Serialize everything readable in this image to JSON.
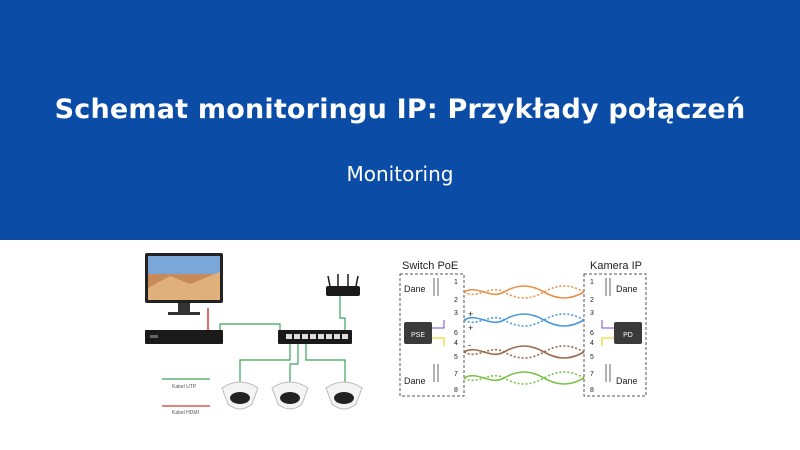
{
  "header": {
    "title": "Schemat monitoringu IP: Przykłady połączeń",
    "category": "Monitoring"
  },
  "network_diagram": {
    "legend": [
      {
        "label": "Kabel UTP",
        "color": "#3aa35a"
      },
      {
        "label": "Kabel HDMI",
        "color": "#d23a2a"
      }
    ]
  },
  "poe_diagram": {
    "switch_label": "Switch PoE",
    "camera_label": "Kamera IP",
    "data_label": "Dane",
    "pse_label": "PSE",
    "pd_label": "PD",
    "pins_left": [
      "1",
      "2",
      "3",
      "6",
      "4",
      "5",
      "7",
      "8"
    ],
    "pins_right": [
      "1",
      "2",
      "3",
      "6",
      "4",
      "5",
      "7",
      "8"
    ],
    "plus": "+",
    "minus": "-"
  },
  "colors": {
    "banner": "#0a4ca6",
    "pair_orange": "#e8924a",
    "pair_blue": "#4a9ad8",
    "pair_brown": "#9a6a4a",
    "pair_green": "#7cc24a"
  }
}
